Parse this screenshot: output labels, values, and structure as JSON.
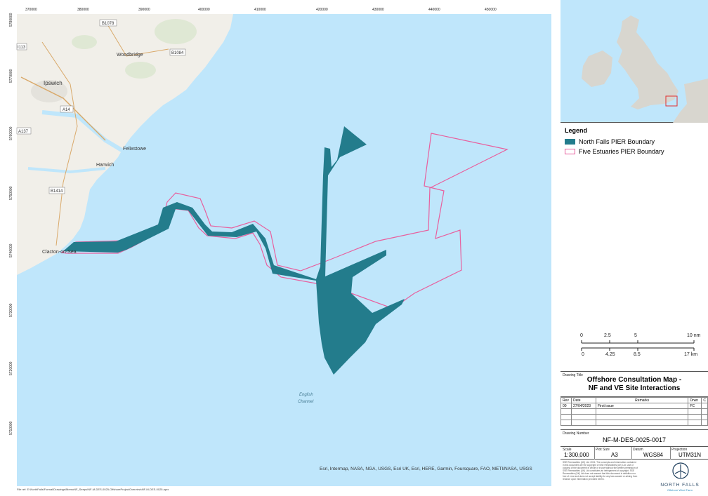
{
  "map": {
    "top_ticks": [
      "370000",
      "380000",
      "390000",
      "400000",
      "410000",
      "420000",
      "430000",
      "440000",
      "450000"
    ],
    "left_ticks": [
      "5780000",
      "5770000",
      "5760000",
      "5750000",
      "5740000",
      "5730000",
      "5720000",
      "5710000"
    ],
    "places": [
      "B1078",
      "Woodbridge",
      "B1084",
      "Ipswich",
      "A14",
      "A137",
      "Felixstowe",
      "Harwich",
      "B1414",
      "Clacton-on-Sea",
      "I113"
    ],
    "sea_label_1": "English",
    "sea_label_2": "Channel",
    "attribution": "Esri, Intermap, NASA, NGA, USGS, Esri UK, Esri, HERE, Garmin, Foursquare, FAO, METI/NASA, USGS",
    "file_ref": "File ref: E:\\NorthFalls\\Formal\\Drawings\\MemoNF_Seeps\\NF-M-DES-0025-OffshoreProjectOverview\\NF-M-DES-0025.aprx"
  },
  "legend": {
    "title": "Legend",
    "items": [
      {
        "label": "North Falls PIER Boundary",
        "color": "#237c8c"
      },
      {
        "label": "Five Estuaries PIER Boundary",
        "color": "#e8609e"
      }
    ]
  },
  "scalebar": {
    "nm_labels": [
      "0",
      "2.5",
      "5",
      "10 nm"
    ],
    "km_labels": [
      "0",
      "4.25",
      "8.5",
      "17 km"
    ]
  },
  "title_block": {
    "drawing_title_label": "Drawing Title",
    "title_line1": "Offshore Consultation Map -",
    "title_line2": "NF and VE Site Interactions",
    "rev_headers": [
      "Rev",
      "Date",
      "Remarks",
      "Drwn",
      "C"
    ],
    "rev_row": [
      "00",
      "27/04/2023",
      "First issue",
      "FC",
      ""
    ],
    "drawing_number_label": "Drawing Number",
    "drawing_number": "NF-M-DES-0025-0017",
    "scale_label": "Scale",
    "scale": "1:300,000",
    "plot_size_label": "Plot Size",
    "plot_size": "A3",
    "datum_label": "Datum",
    "datum": "WGS84",
    "projection_label": "Projection",
    "projection": "UTM31N",
    "copyright": "SSE Renewables (UK) Ltd. 2021. The concepts and information contained in this document are the copyright of SSE Renewables (UK) Ltd. Use or copying of the document in whole or in part without the written permission of SSE Renewables (UK) Ltd constitutes an infringement of copyright. SSE Renewables (UK) Ltd does not warrant that this document is definitive nor free of error and does not accept liability for any loss caused or arising from reliance upon information provided herein.",
    "brand": "NORTH FALLS",
    "brand_sub": "Offshore Wind Farm"
  },
  "colors": {
    "sea": "#bfe6fb",
    "land": "#f1efe9",
    "north_falls": "#237c8c",
    "five_estuaries": "#e8609e"
  }
}
